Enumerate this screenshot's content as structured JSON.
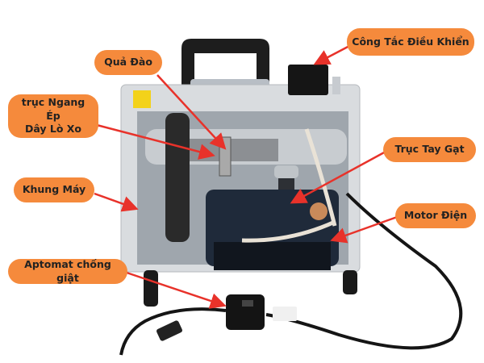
{
  "labels": {
    "switch": "Công Tắc Điều Khiển",
    "cam": "Quả Đào",
    "shaft_line1": "trục Ngang Ép",
    "shaft_line2": "Dây Lò Xo",
    "lever_shaft": "Trục Tay Gạt",
    "frame": "Khung Máy",
    "motor": "Motor Điện",
    "breaker": "Aptomat chống giật"
  },
  "colors": {
    "label_bg": "#f58a3c",
    "arrow": "#e8322a",
    "frame": "#d9dcdf",
    "motor": "#1f2a3a"
  }
}
